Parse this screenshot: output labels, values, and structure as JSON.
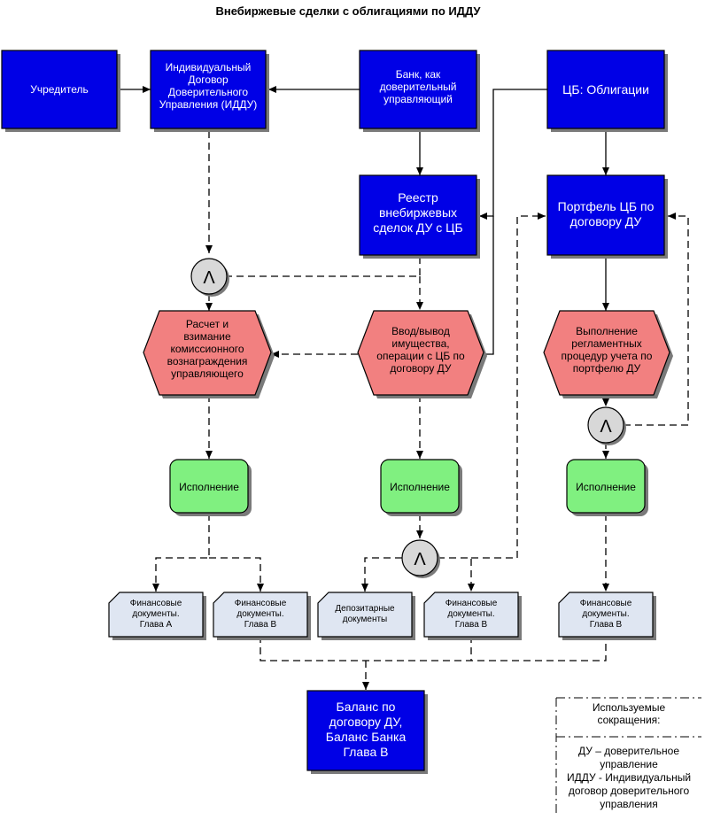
{
  "title": "Внебиржевые сделки с облигациями по ИДДУ",
  "nodes": {
    "founder": {
      "lines": [
        "Учредитель"
      ]
    },
    "iddu": {
      "lines": [
        "Индивидуальный",
        "Договор",
        "Доверительного",
        "Управления (ИДДУ)"
      ]
    },
    "bank": {
      "lines": [
        "Банк, как",
        "доверительный",
        "управляющий"
      ]
    },
    "cb_bonds": {
      "lines": [
        "ЦБ: Облигации"
      ]
    },
    "registry": {
      "lines": [
        "Реестр",
        "внебиржевых",
        "сделок ДУ с ЦБ"
      ]
    },
    "portfolio": {
      "lines": [
        "Портфель ЦБ по",
        "договору ДУ"
      ]
    },
    "calc": {
      "lines": [
        "Расчет и",
        "взимание",
        "комиссионного",
        "вознаграждения",
        "управляющего"
      ]
    },
    "io": {
      "lines": [
        "Ввод/вывод",
        "имущества,",
        "операции с ЦБ по",
        "договору ДУ"
      ]
    },
    "routine": {
      "lines": [
        "Выполнение",
        "регламентных",
        "процедур учета по",
        "портфелю ДУ"
      ]
    },
    "exec1": {
      "lines": [
        "Исполнение"
      ]
    },
    "exec2": {
      "lines": [
        "Исполнение"
      ]
    },
    "exec3": {
      "lines": [
        "Исполнение"
      ]
    },
    "doc1": {
      "lines": [
        "Финансовые",
        "документы.",
        "Глава А"
      ]
    },
    "doc2": {
      "lines": [
        "Финансовые",
        "документы.",
        "Глава В"
      ]
    },
    "doc3": {
      "lines": [
        "Депозитарные",
        "документы"
      ]
    },
    "doc4": {
      "lines": [
        "Финансовые",
        "документы.",
        "Глава В"
      ]
    },
    "doc5": {
      "lines": [
        "Финансовые",
        "документы.",
        "Глава В"
      ]
    },
    "balance": {
      "lines": [
        "Баланс по",
        "договору ДУ,",
        "Баланс Банка",
        "Глава В"
      ]
    }
  },
  "gates": {
    "symbol": "Λ"
  },
  "legend": {
    "heading": [
      "Используемые",
      "сокращения:"
    ],
    "items": [
      "ДУ – доверительное",
      "управление",
      "ИДДУ - Индивидуальный",
      "договор доверительного",
      "управления"
    ]
  },
  "colors": {
    "process_box": "#0000e6",
    "function_hex": "#f28080",
    "execution": "#80f080",
    "document": "#dfe6f2",
    "gate": "#d8d8d8"
  }
}
